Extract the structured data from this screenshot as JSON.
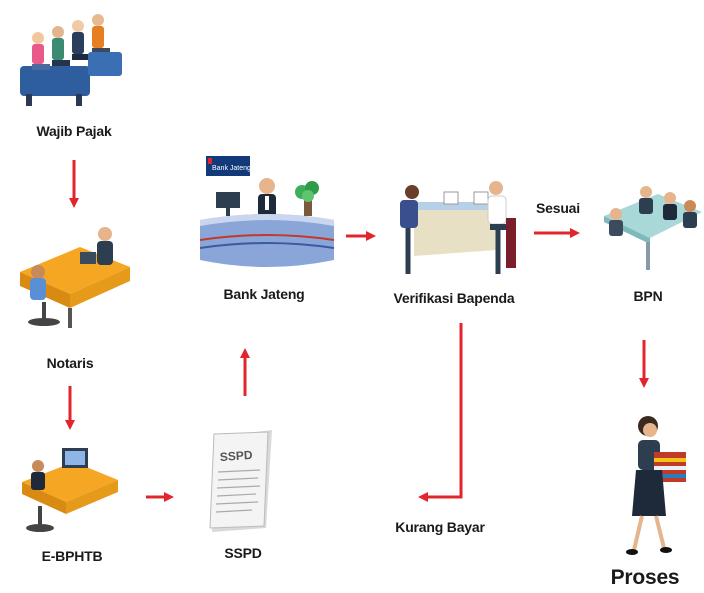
{
  "nodes": {
    "wajib_pajak": "Wajib Pajak",
    "notaris": "Notaris",
    "e_bphtb": "E-BPHTB",
    "sspd": "SSPD",
    "bank_jateng": "Bank Jateng",
    "verifikasi_bapenda": "Verifikasi Bapenda",
    "bpn": "BPN",
    "kurang_bayar": "Kurang Bayar",
    "proses": "Proses"
  },
  "edges": {
    "sesuai": "Sesuai"
  },
  "logo": {
    "bank_jateng_sign": "Bank Jateng"
  },
  "document": {
    "sspd_header": "SSPD"
  },
  "colors": {
    "arrow": "#e0262c",
    "desk_orange": "#f5a623",
    "desk_gray": "#cfc6a8",
    "counter_blue": "#8aa6d8",
    "glass_teal": "#9fd4d4",
    "suit_dark": "#2c3e50"
  }
}
